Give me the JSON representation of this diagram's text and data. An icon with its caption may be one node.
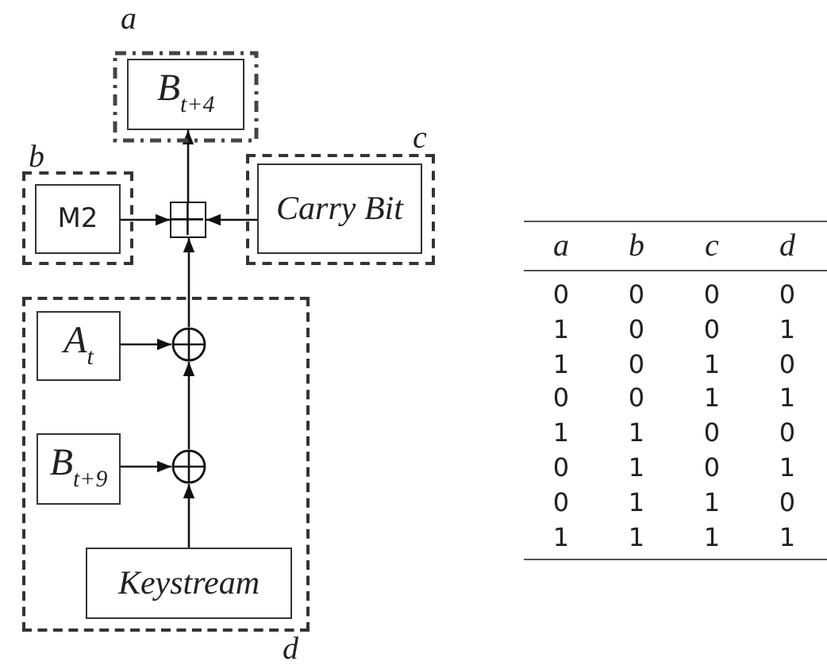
{
  "diagram": {
    "nodes": [
      {
        "text": [
          "a"
        ]
      },
      {
        "text": [
          "B$_{t+4}$"
        ],
        "in": 0
      },
      {
        "text": [
          "b"
        ]
      },
      {
        "text": [
          "M2"
        ],
        "in": 2
      },
      {
        "text": [
          "c"
        ]
      },
      {
        "text": [
          "Carry Bit"
        ],
        "in": 4
      },
      {
        "text": [],
        "shape": "box"
      },
      {
        "text": [
          "d"
        ]
      },
      {
        "text": [
          "A$_{t}$"
        ],
        "in": 7
      },
      {
        "text": [],
        "shape": "circle",
        "in": 7
      },
      {
        "text": [
          "B$_{t+9}$"
        ],
        "in": 7
      },
      {
        "text": [],
        "shape": "circle",
        "in": 7
      },
      {
        "text": [
          "Keystream"
        ],
        "in": 7
      }
    ],
    "edges": [
      {
        "from": 6,
        "to": 1,
        "arrow": "to"
      },
      {
        "from": 3,
        "to": 6,
        "arrow": "to"
      },
      {
        "from": 5,
        "to": 6,
        "arrow": "to"
      },
      {
        "from": 9,
        "to": 6,
        "arrow": "to"
      },
      {
        "from": 8,
        "to": 9,
        "arrow": "to"
      },
      {
        "from": 11,
        "to": 9,
        "arrow": "to"
      },
      {
        "from": 10,
        "to": 11,
        "arrow": "to"
      },
      {
        "from": 12,
        "to": 11,
        "arrow": "to"
      }
    ],
    "labels": [
      "a",
      "b",
      "c",
      "d",
      "0",
      "0",
      "0",
      "0",
      "1",
      "0",
      "0",
      "1",
      "1",
      "0",
      "1",
      "0",
      "0",
      "0",
      "1",
      "1",
      "1",
      "1",
      "0",
      "0",
      "0",
      "1",
      "0",
      "1",
      "0",
      "1",
      "1",
      "0",
      "1",
      "1",
      "1",
      "1"
    ]
  }
}
